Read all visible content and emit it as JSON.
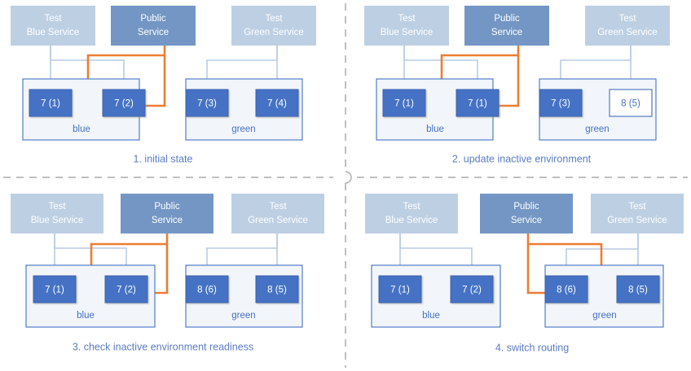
{
  "colors": {
    "test_service_fill": "#bdcfe3",
    "public_service_fill": "#7396c4",
    "instance_fill": "#4472c4",
    "instance_border": "#3a62ae",
    "instance_inactive_fill": "#ffffff",
    "instance_inactive_text": "#4472c4",
    "env_border": "#4472c4",
    "env_fill": "#f2f5fa",
    "routing_active": "#ed7d31",
    "routing_test": "#b8cce4",
    "caption_text": "#5b7cc4",
    "divider": "#bfbfbf",
    "background": "#ffffff"
  },
  "services": {
    "test_blue": "Test\nBlue Service",
    "test_blue_line1": "Test",
    "test_blue_line2": "Blue Service",
    "public_line1": "Public",
    "public_line2": "Service",
    "test_green_line1": "Test",
    "test_green_line2": "Green Service"
  },
  "environments": {
    "blue": "blue",
    "green": "green"
  },
  "panels": [
    {
      "id": "panel-1",
      "number": "1",
      "caption": "1. initial state",
      "blue_instances": [
        {
          "label": "7 (1)",
          "state": "active"
        },
        {
          "label": "7 (2)",
          "state": "active"
        }
      ],
      "green_instances": [
        {
          "label": "7 (3)",
          "state": "active"
        },
        {
          "label": "7 (4)",
          "state": "active"
        }
      ],
      "public_routes_to": "blue",
      "test_blue_routes": true,
      "test_green_routes": true
    },
    {
      "id": "panel-2",
      "number": "2",
      "caption": "2. update inactive environment",
      "blue_instances": [
        {
          "label": "7 (1)",
          "state": "active"
        },
        {
          "label": "7 (1)",
          "state": "active"
        }
      ],
      "green_instances": [
        {
          "label": "7 (3)",
          "state": "active"
        },
        {
          "label": "8 (5)",
          "state": "inactive"
        }
      ],
      "public_routes_to": "blue",
      "test_blue_routes": true,
      "test_green_routes": true
    },
    {
      "id": "panel-3",
      "number": "3",
      "caption": "3. check inactive environment readiness",
      "blue_instances": [
        {
          "label": "7 (1)",
          "state": "active"
        },
        {
          "label": "7 (2)",
          "state": "active"
        }
      ],
      "green_instances": [
        {
          "label": "8 (6)",
          "state": "active"
        },
        {
          "label": "8 (5)",
          "state": "active"
        }
      ],
      "public_routes_to": "blue",
      "test_blue_routes": true,
      "test_green_routes": true
    },
    {
      "id": "panel-4",
      "number": "4",
      "caption": "4. switch routing",
      "blue_instances": [
        {
          "label": "7 (1)",
          "state": "active"
        },
        {
          "label": "7 (2)",
          "state": "active"
        }
      ],
      "green_instances": [
        {
          "label": "8 (6)",
          "state": "active"
        },
        {
          "label": "8 (5)",
          "state": "active"
        }
      ],
      "public_routes_to": "green",
      "test_blue_routes": true,
      "test_green_routes": true
    }
  ]
}
